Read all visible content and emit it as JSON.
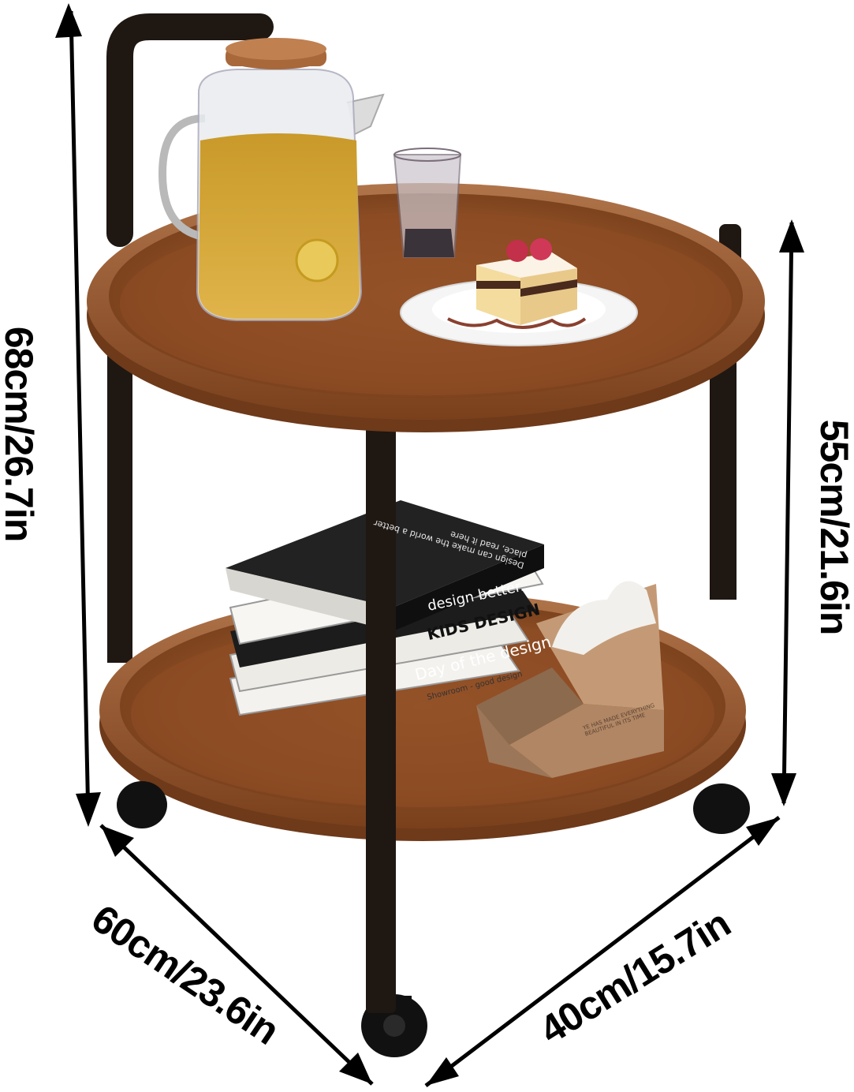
{
  "dimensions": {
    "total_height": "68cm/26.7in",
    "shelf_height": "55cm/21.6in",
    "depth": "60cm/23.6in",
    "width": "40cm/15.7in"
  },
  "books": {
    "top_cover": "Design can make the world a better place, read it here",
    "spine_1": "design better...",
    "spine_2": "KIDS DESIGN",
    "spine_3": "Day of the design",
    "spine_4": "Showroom - good design"
  },
  "tissue_box": {
    "text": "YE HAS MADE EVERYTHING BEAUTIFUL IN ITS TIME"
  },
  "colors": {
    "wood": "#8a4a22",
    "wood_light": "#a8683a",
    "metal": "#1f1712",
    "kraft": "#b08664"
  }
}
